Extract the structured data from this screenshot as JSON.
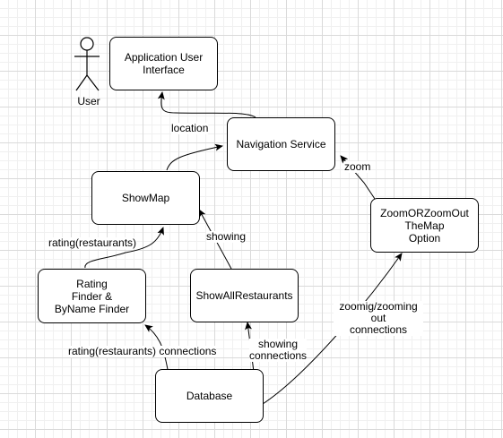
{
  "diagram": {
    "actor": {
      "label": "User"
    },
    "nodes": {
      "app_ui": "Application User\nInterface",
      "navigation_service": "Navigation Service",
      "show_map": "ShowMap",
      "zoom_option": "ZoomORZoomOut\nTheMap\nOption",
      "rating_finder": "Rating\nFinder &\nByName Finder",
      "show_all_restaurants": "ShowAllRestaurants",
      "database": "Database"
    },
    "edge_labels": {
      "location": "location",
      "zoom": "zoom",
      "rating_top": "rating(restaurants)",
      "showing": "showing",
      "rating_connections": "rating(restaurants) connections",
      "showing_connections": "showing\nconnections",
      "zooming_connections": "zoomig/zooming\nout\nconnections"
    }
  }
}
